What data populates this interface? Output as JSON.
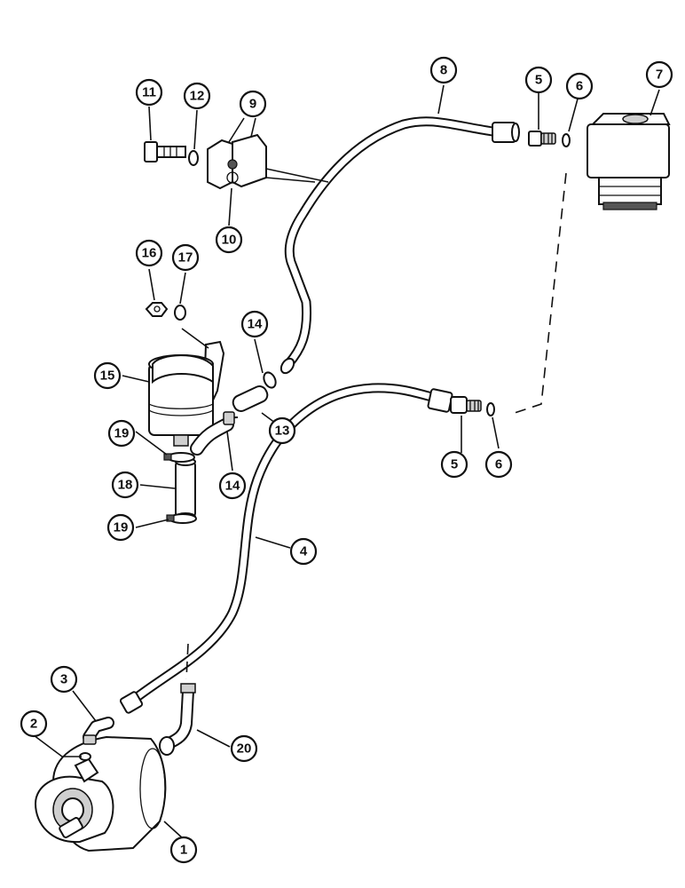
{
  "diagram": {
    "callouts": [
      {
        "id": "c1",
        "label": "1"
      },
      {
        "id": "c2",
        "label": "2"
      },
      {
        "id": "c3",
        "label": "3"
      },
      {
        "id": "c4",
        "label": "4"
      },
      {
        "id": "c5a",
        "label": "5"
      },
      {
        "id": "c5b",
        "label": "5"
      },
      {
        "id": "c6a",
        "label": "6"
      },
      {
        "id": "c6b",
        "label": "6"
      },
      {
        "id": "c7",
        "label": "7"
      },
      {
        "id": "c8",
        "label": "8"
      },
      {
        "id": "c9",
        "label": "9"
      },
      {
        "id": "c10",
        "label": "10"
      },
      {
        "id": "c11",
        "label": "11"
      },
      {
        "id": "c12",
        "label": "12"
      },
      {
        "id": "c13",
        "label": "13"
      },
      {
        "id": "c14a",
        "label": "14"
      },
      {
        "id": "c14b",
        "label": "14"
      },
      {
        "id": "c15",
        "label": "15"
      },
      {
        "id": "c16",
        "label": "16"
      },
      {
        "id": "c17",
        "label": "17"
      },
      {
        "id": "c18",
        "label": "18"
      },
      {
        "id": "c19a",
        "label": "19"
      },
      {
        "id": "c19b",
        "label": "19"
      },
      {
        "id": "c20",
        "label": "20"
      }
    ]
  }
}
